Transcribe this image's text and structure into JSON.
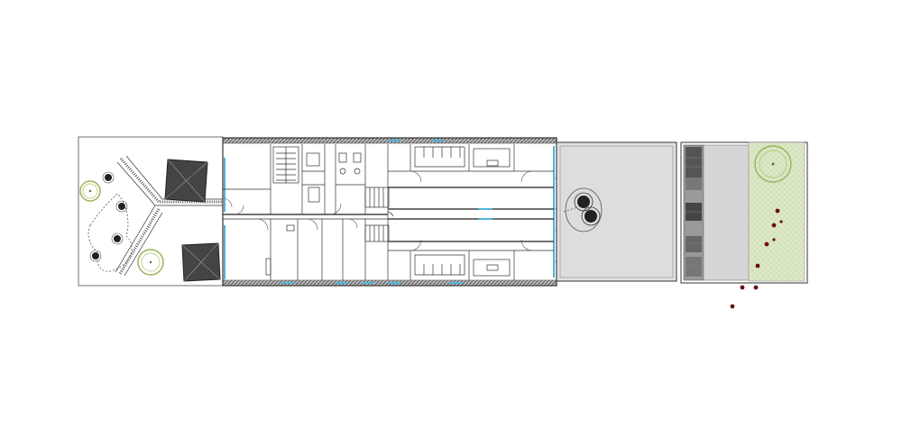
{
  "drawing": {
    "type": "architectural-floor-plan",
    "zones": [
      {
        "id": "west-garden",
        "trees": 2,
        "roof_pyramids": 2
      },
      {
        "id": "main-building",
        "corridors": 2,
        "stairs": 3
      },
      {
        "id": "courtyard",
        "fill": "#e1e1e1"
      },
      {
        "id": "annex",
        "fill": "#dcdcdc"
      },
      {
        "id": "east-garden",
        "fill": "#dce8c7",
        "trees": 1,
        "markers": 9
      }
    ],
    "colors": {
      "line": "#333333",
      "glazing": "#4fb3d9",
      "courtyard": "#e1e1e1",
      "garden": "#dce8c7",
      "tree_outline": "#9ab35a",
      "marker": "#6b0f12",
      "roof": "#3a3a3a"
    }
  }
}
